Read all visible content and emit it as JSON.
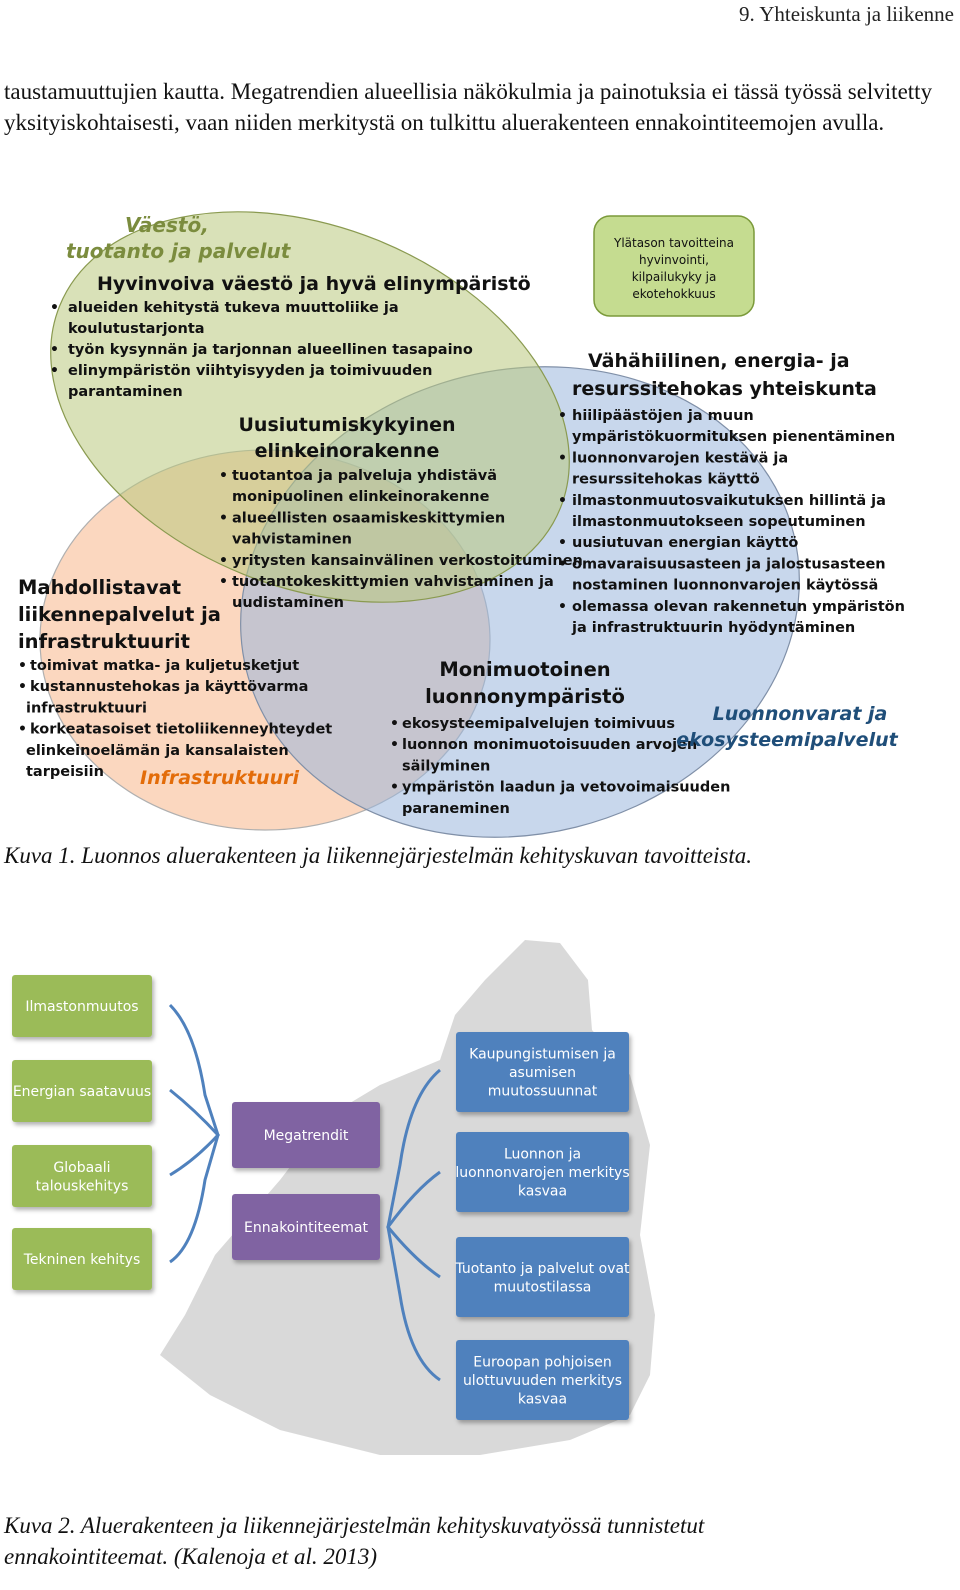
{
  "header": {
    "text": "9. Yhteiskunta ja liikenne"
  },
  "intro": {
    "text": "taustamuuttujien kautta. Megatrendien alueellisia näkökulmia ja painotuksia ei tässä työssä selvitetty yksityiskohtaisesti, vaan niiden merkitystä on tulkittu aluerakenteen ennakointiteemojen avulla."
  },
  "figure1": {
    "colors": {
      "green": "#b9c97d",
      "blue": "#9bb7dc",
      "orange": "#f7b78a",
      "box": "#c5dc90",
      "dark_green": "#7b8c3e",
      "blue_label": "#1f4e79",
      "orange_label": "#e36c09"
    },
    "label_vaesto": [
      "Väestö,",
      "tuotanto ja palvelut"
    ],
    "hyvinvoiva": {
      "title": "Hyvinvoiva väestö ja hyvä elinympäristö",
      "lines": [
        "alueiden kehitystä tukeva muuttoliike ja",
        "koulutustarjonta",
        "työn kysynnän ja tarjonnan alueellinen tasapaino",
        "elinympäristön viihtyisyyden ja toimivuuden",
        "parantaminen"
      ]
    },
    "top_box": [
      "Ylätason tavoitteina",
      "hyvinvointi,",
      "kilpailukyky ja",
      "ekotehokkuus"
    ],
    "vahahiilinen": {
      "title": [
        "Vähähiilinen, energia- ja",
        "resurssitehokas yhteiskunta"
      ],
      "lines": [
        "hiilipäästöjen ja muun",
        "ympäristökuormituksen pienentäminen",
        "luonnonvarojen kestävä ja",
        "resurssitehokas käyttö",
        "ilmastonmuutosvaikutuksen hillintä ja",
        "ilmastonmuutokseen sopeutuminen",
        "uusiutuvan energian käyttö",
        "omavaraisuusasteen ja jalostusasteen",
        "nostaminen luonnonvarojen käytössä",
        "olemassa olevan rakennetun ympäristön",
        "ja infrastruktuurin hyödyntäminen"
      ]
    },
    "uusiutumis": {
      "title": [
        "Uusiutumiskykyinen",
        "elinkeinorakenne"
      ],
      "lines": [
        "tuotantoa ja palveluja yhdistävä",
        "monipuolinen elinkeinorakenne",
        "alueellisten osaamiskeskittymien",
        "vahvistaminen",
        "yritysten kansainvälinen verkostoituminen",
        "tuotantokeskittymien vahvistaminen ja",
        "uudistaminen"
      ]
    },
    "mahdollistavat": {
      "title": [
        "Mahdollistavat",
        "liikennepalvelut ja",
        "infrastruktuurit"
      ],
      "lines": [
        "toimivat matka- ja kuljetusketjut",
        "kustannustehokas ja käyttövarma",
        "infrastruktuuri",
        "korkeatasoiset tietoliikenneyhteydet",
        "elinkeinoelämän ja kansalaisten",
        "tarpeisiin"
      ]
    },
    "label_infra": "Infrastruktuuri",
    "monimuotoinen": {
      "title": [
        "Monimuotoinen",
        "luonnonympäristö"
      ],
      "lines": [
        "ekosysteemipalvelujen toimivuus",
        "luonnon monimuotoisuuden arvojen",
        "säilyminen",
        "ympäristön laadun ja vetovoimaisuuden",
        "paraneminen"
      ]
    },
    "label_luonnonvarat": [
      "Luonnonvarat ja",
      "ekosysteemipalvelut"
    ]
  },
  "caption1": {
    "text": "Kuva 1. Luonnos aluerakenteen ja liikennejärjestelmän kehityskuvan tavoitteista."
  },
  "figure2": {
    "colors": {
      "green": "#9bbb59",
      "purple": "#8064a2",
      "blue": "#4f81bd",
      "map": "#d9d9d9",
      "line": "#4f81bd"
    },
    "left_boxes": [
      [
        "Ilmastonmuutos"
      ],
      [
        "Energian saatavuus"
      ],
      [
        "Globaali",
        "talouskehitys"
      ],
      [
        "Tekninen kehitys"
      ]
    ],
    "center_boxes": [
      [
        "Megatrendit"
      ],
      [
        "Ennakointiteemat"
      ]
    ],
    "right_boxes": [
      [
        "Kaupungistumisen ja",
        "asumisen",
        "muutossuunnat"
      ],
      [
        "Luonnon ja",
        "luonnonvarojen merkitys",
        "kasvaa"
      ],
      [
        "Tuotanto ja palvelut ovat",
        "muutostilassa"
      ],
      [
        "Euroopan pohjoisen",
        "ulottuvuuden merkitys",
        "kasvaa"
      ]
    ]
  },
  "caption2": {
    "lines": [
      "Kuva 2. Aluerakenteen ja liikennejärjestelmän kehityskuvatyössä tunnistetut",
      "ennakointiteemat. (Kalenoja et al. 2013)"
    ]
  }
}
